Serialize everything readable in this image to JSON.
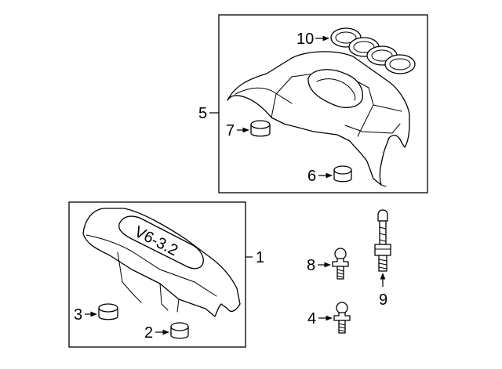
{
  "diagram": {
    "callouts": {
      "c1": "1",
      "c2": "2",
      "c3": "3",
      "c4": "4",
      "c5": "5",
      "c6": "6",
      "c7": "7",
      "c8": "8",
      "c9": "9",
      "c10": "10"
    },
    "emblem_text": "V6-3.2"
  }
}
